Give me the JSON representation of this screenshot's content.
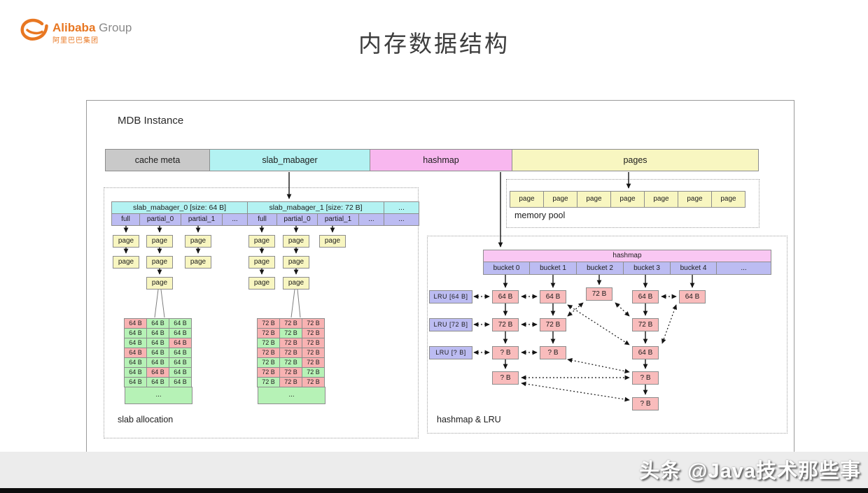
{
  "logo": {
    "brand": "Alibaba",
    "suffix": " Group",
    "cn": "阿里巴巴集团"
  },
  "title": "内存数据结构",
  "instance_label": "MDB Instance",
  "top_bar": {
    "segments": [
      {
        "label": "cache meta",
        "color": "#c9c9c9"
      },
      {
        "label": "slab_mabager",
        "color": "#b3f2f2"
      },
      {
        "label": "hashmap",
        "color": "#f8b7ef"
      },
      {
        "label": "pages",
        "color": "#f8f6c1"
      }
    ]
  },
  "memory_pool": {
    "label": "memory pool",
    "page_label": "page",
    "page_count": 7
  },
  "slab": {
    "section_label": "slab allocation",
    "headers": [
      "slab_mabager_0 [size: 64 B]",
      "slab_mabager_1 [size: 72 B]",
      "..."
    ],
    "lists": [
      "full",
      "partial_0",
      "partial_1",
      "...",
      "full",
      "partial_0",
      "partial_1",
      "...",
      "..."
    ],
    "page_label": "page",
    "table64": {
      "cell_label": "64 B",
      "ellipsis": "...",
      "pattern": [
        [
          "pink",
          "green",
          "green"
        ],
        [
          "green",
          "green",
          "green"
        ],
        [
          "green",
          "green",
          "pink"
        ],
        [
          "pink",
          "green",
          "green"
        ],
        [
          "green",
          "green",
          "green"
        ],
        [
          "green",
          "pink",
          "green"
        ],
        [
          "green",
          "green",
          "green"
        ]
      ]
    },
    "table72": {
      "cell_label": "72 B",
      "ellipsis": "...",
      "pattern": [
        [
          "pink",
          "pink",
          "pink"
        ],
        [
          "pink",
          "green",
          "pink"
        ],
        [
          "green",
          "pink",
          "pink"
        ],
        [
          "pink",
          "pink",
          "pink"
        ],
        [
          "green",
          "green",
          "pink"
        ],
        [
          "pink",
          "pink",
          "green"
        ],
        [
          "green",
          "pink",
          "pink"
        ]
      ]
    }
  },
  "hashmap_lru": {
    "section_label": "hashmap & LRU",
    "bar_label": "hashmap",
    "buckets": [
      "bucket 0",
      "bucket 1",
      "bucket 2",
      "bucket 3",
      "bucket 4",
      "..."
    ],
    "lru": [
      "LRU [64 B]",
      "LRU [72 B]",
      "LRU [? B]"
    ],
    "nodes": {
      "b0": [
        "64 B",
        "72 B",
        "? B",
        "? B"
      ],
      "b1": [
        "64 B",
        "72 B",
        "? B"
      ],
      "b2": [
        "72 B"
      ],
      "b3": [
        "64 B",
        "72 B",
        "64 B",
        "? B",
        "? B"
      ],
      "b4": [
        "64 B"
      ]
    }
  },
  "watermark": "头条 @Java技术那些事",
  "colors": {
    "accent_orange": "#e87722",
    "cyan": "#b3f2f2",
    "pink": "#f8b7ef",
    "yellow": "#f8f6c1",
    "lavender": "#bcbcf2",
    "salmon": "#f9bcbc",
    "green": "#b6f2b6",
    "gray": "#c9c9c9"
  }
}
